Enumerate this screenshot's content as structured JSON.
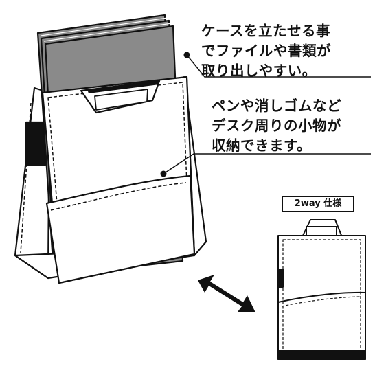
{
  "callouts": {
    "file_access": "ケースを立たせる事\nでファイルや書類が\n取り出しやすい。",
    "small_items": "ペンや消しゴムなど\nデスク周りの小物が\n収納できます。"
  },
  "badge": {
    "label": "2way 仕様"
  },
  "colors": {
    "line": "#111111",
    "paper": "#8a8a8a",
    "case": "#ffffff",
    "band": "#111111"
  },
  "icons": [
    "double-arrow-icon",
    "callout-dot-icon"
  ]
}
